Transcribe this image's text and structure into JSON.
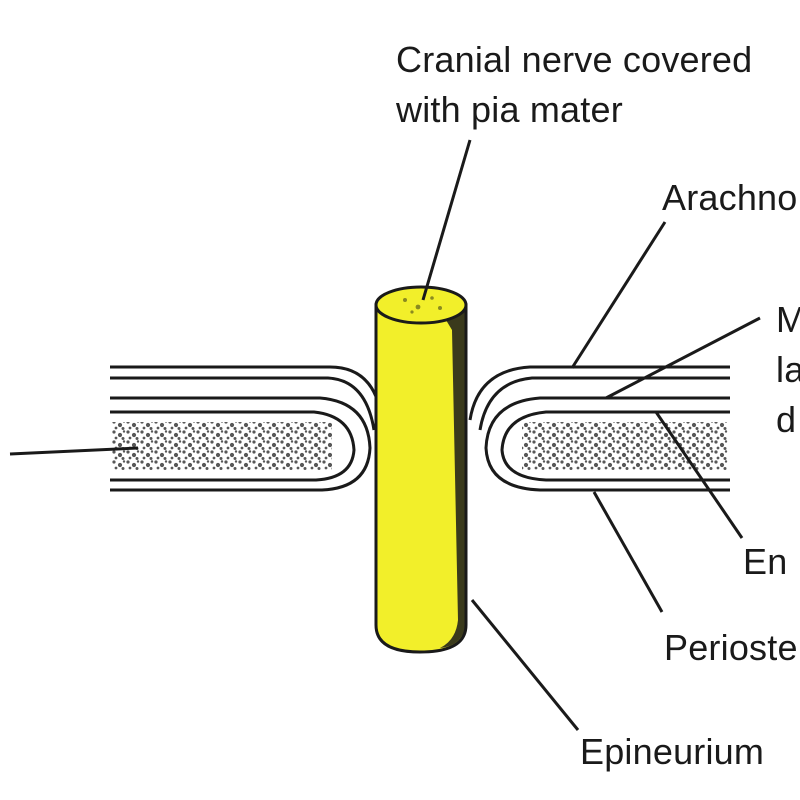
{
  "labels": {
    "cranial_nerve_line1": "Cranial nerve covered",
    "cranial_nerve_line2": "with pia mater",
    "arachnoid": "Arachno",
    "meningeal_line1": "M",
    "meningeal_line2": "la",
    "meningeal_line3": "d",
    "endosteal": "En",
    "periosteal": "Perioste",
    "epineurium": "Epineurium"
  },
  "colors": {
    "nerve_fill": "#f2ef2a",
    "line": "#1a1a1a",
    "bone_speckle": "#3a3a3a"
  }
}
